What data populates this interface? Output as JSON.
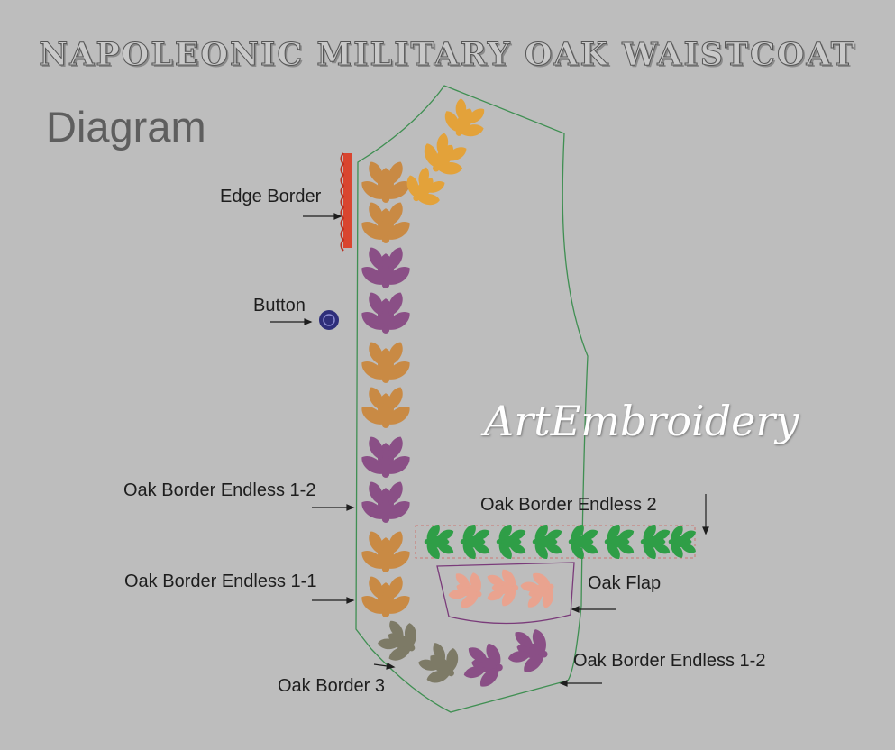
{
  "title": "NAPOLEONIC MILITARY OAK WAISTCOAT",
  "subtitle": "Diagram",
  "watermark": "ArtEmbroidery",
  "labels": {
    "edge_border": "Edge Border",
    "button": "Button",
    "oak_border_endless_1_2_left": "Oak Border Endless 1-2",
    "oak_border_endless_2": "Oak Border Endless 2",
    "oak_flap": "Oak Flap",
    "oak_border_endless_1_1": "Oak Border Endless 1-1",
    "oak_border_endless_1_2_bottom": "Oak Border Endless 1-2",
    "oak_border_3": "Oak Border 3"
  },
  "colors": {
    "background": "#bdbdbd",
    "pattern_outline": "#3f8f52",
    "edge_border": "#d9452f",
    "button": "#2e2e7a",
    "oak_orange": "#e3a23a",
    "oak_tan": "#c98a44",
    "oak_purple": "#8a4f86",
    "oak_green": "#2f9e47",
    "oak_flap": "#e9a38f",
    "oak_grey": "#7d7a66"
  }
}
